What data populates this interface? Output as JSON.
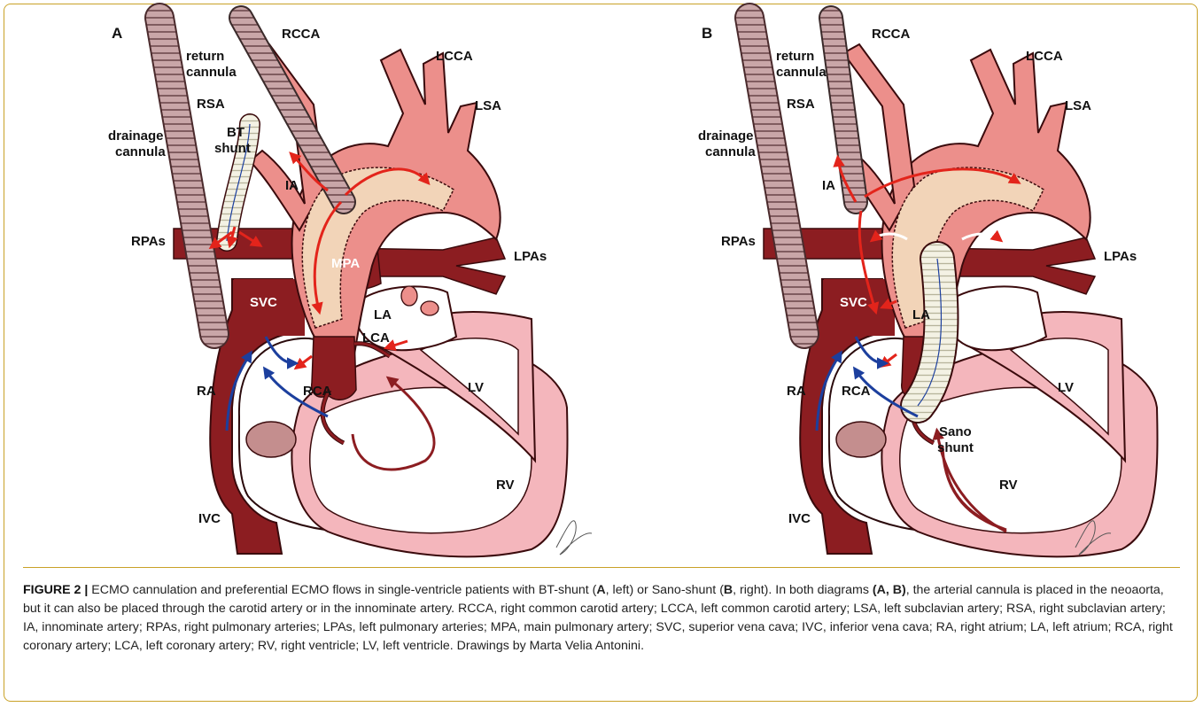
{
  "panel_a": {
    "letter": "A",
    "labels": {
      "return1": "return",
      "return2": "cannula",
      "drainage1": "drainage",
      "drainage2": "cannula",
      "rcca": "RCCA",
      "lcca": "LCCA",
      "rsa": "RSA",
      "lsa": "LSA",
      "bt1": "BT",
      "bt2": "shunt",
      "ia": "IA",
      "rpas": "RPAs",
      "mpa": "MPA",
      "lpas": "LPAs",
      "svc": "SVC",
      "la": "LA",
      "lca": "LCA",
      "ra": "RA",
      "rca": "RCA",
      "lv": "LV",
      "rv": "RV",
      "ivc": "IVC"
    }
  },
  "panel_b": {
    "letter": "B",
    "labels": {
      "return1": "return",
      "return2": "cannula",
      "drainage1": "drainage",
      "drainage2": "cannula",
      "rcca": "RCCA",
      "lcca": "LCCA",
      "rsa": "RSA",
      "lsa": "LSA",
      "ia": "IA",
      "rpas": "RPAs",
      "lpas": "LPAs",
      "svc": "SVC",
      "la": "LA",
      "ra": "RA",
      "rca": "RCA",
      "lv": "LV",
      "rv": "RV",
      "ivc": "IVC",
      "sano1": "Sano",
      "sano2": "shunt"
    }
  },
  "caption": {
    "fig_label": "FIGURE 2 |",
    "t1": " ECMO cannulation and preferential ECMO flows in single-ventricle patients with BT-shunt (",
    "b1": "A",
    "t2": ", left) or Sano-shunt (",
    "b2": "B",
    "t3": ", right). In both diagrams ",
    "b3": "(A, B)",
    "t4": ", the arterial cannula is placed in the neoaorta, but it can also be placed through the carotid artery or in the innominate artery. RCCA, right common carotid artery; LCCA, left common carotid artery; LSA, left subclavian artery; RSA, right subclavian artery; IA, innominate artery; RPAs, right pulmonary arteries; LPAs, left pulmonary arteries; MPA, main pulmonary artery; SVC, superior vena cava; IVC, inferior vena cava; RA, right atrium; LA, left atrium; RCA, right coronary artery; LCA, left coronary artery; RV, right ventricle; LV, left ventricle. Drawings by Marta Velia Antonini."
  },
  "colors": {
    "vein": "#8c1d21",
    "artery": "#ec8f8b",
    "artery_dark": "#d9706b",
    "rv_wall": "#f4b6bc",
    "neoaorta_inner": "#f2d4b8",
    "oxy_arrow": "#e3241b",
    "deoxy_arrow": "#1c3f9e",
    "dark_arrow": "#8c1d21",
    "frame": "#c9a227"
  }
}
